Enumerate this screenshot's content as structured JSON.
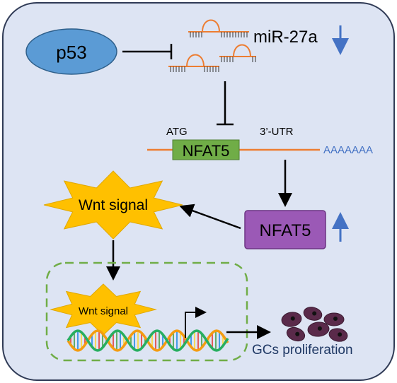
{
  "nodes": {
    "p53": "p53",
    "mirna": "miR-27a",
    "atg": "ATG",
    "utr": "3’-UTR",
    "nfat5_gene": "NFAT5",
    "polya": "AAAAAAA",
    "nfat5_protein": "NFAT5",
    "wnt_top": "Wnt signal",
    "wnt_nucleus": "Wnt signal",
    "proliferation": "GCs proliferation"
  },
  "indicators": {
    "mirna": "down",
    "nfat5_protein": "up"
  },
  "colors": {
    "background": "#dde4f3",
    "p53_fill": "#5b9bd5",
    "mrna_line": "#ed7d31",
    "gene_box": "#70ad47",
    "protein_box": "#9b59b6",
    "star": "#ffc000",
    "indicator_arrow": "#4472c4",
    "nucleus_border": "#70ad47",
    "cell": "#5a2a4a"
  }
}
